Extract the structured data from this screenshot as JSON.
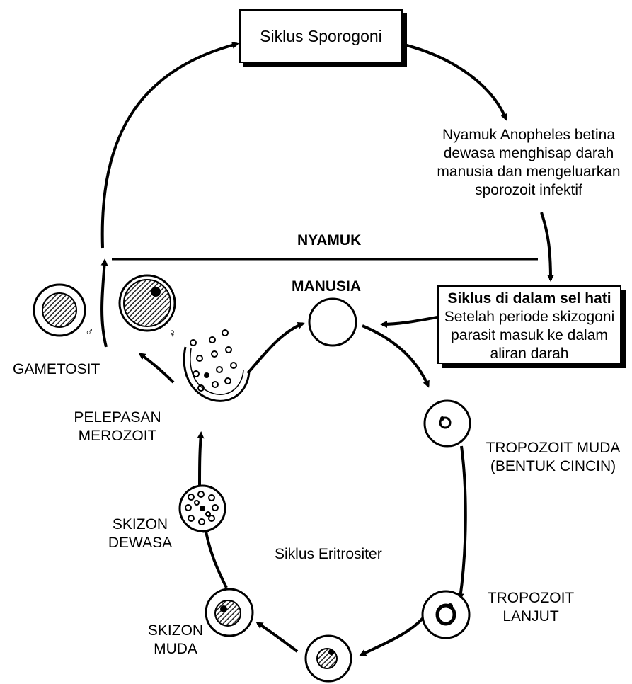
{
  "sporogony": {
    "title": "Siklus Sporogoni"
  },
  "mosquito_bite": {
    "lines": [
      "Nyamuk Anopheles betina",
      "dewasa menghisap darah",
      "manusia dan mengeluarkan",
      "sporozoit infektif"
    ]
  },
  "divider": {
    "top_label": "NYAMUK",
    "bottom_label": "MANUSIA"
  },
  "liver_cycle": {
    "title": "Siklus di dalam sel hati",
    "lines": [
      "Setelah periode skizogoni",
      "parasit masuk ke dalam",
      "aliran darah"
    ]
  },
  "erythrocytic_cycle": {
    "label": "Siklus Eritrositer"
  },
  "stages": {
    "gametocyte": "GAMETOSIT",
    "male_symbol": "♂",
    "female_symbol": "♀",
    "merozoite_release": [
      "PELEPASAN",
      "MEROZOIT"
    ],
    "young_trophozoite": [
      "TROPOZOIT MUDA",
      "(BENTUK CINCIN)"
    ],
    "late_trophozoite": [
      "TROPOZOIT",
      "LANJUT"
    ],
    "mature_schizont": [
      "SKIZON",
      "DEWASA"
    ],
    "young_schizont": [
      "SKIZON",
      "MUDA"
    ]
  }
}
